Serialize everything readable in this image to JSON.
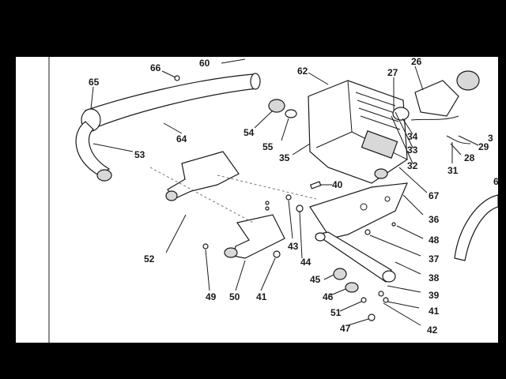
{
  "diagram": {
    "type": "exploded-parts-diagram",
    "callouts": [
      "66",
      "60",
      "65",
      "62",
      "27",
      "26",
      "64",
      "54",
      "55",
      "53",
      "35",
      "34",
      "33",
      "32",
      "31",
      "28",
      "29",
      "3",
      "67",
      "40",
      "36",
      "48",
      "52",
      "43",
      "44",
      "37",
      "38",
      "45",
      "39",
      "46",
      "41",
      "51",
      "49",
      "50",
      "41",
      "47",
      "42",
      "6"
    ]
  }
}
